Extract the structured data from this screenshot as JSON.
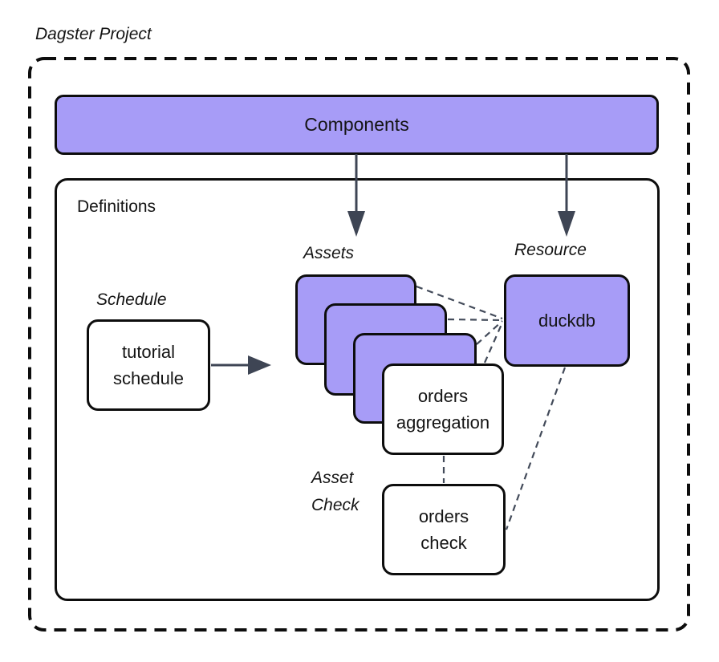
{
  "title": "Dagster Project",
  "components": {
    "label": "Components"
  },
  "definitions": {
    "label": "Definitions",
    "schedule": {
      "group_label": "Schedule",
      "node_label": "tutorial schedule"
    },
    "assets": {
      "group_label": "Assets",
      "stack_count": 3,
      "front_node_label": "orders aggregation"
    },
    "resource": {
      "group_label": "Resource",
      "node_label": "duckdb"
    },
    "asset_check": {
      "group_label": "Asset Check",
      "node_label": "orders check"
    }
  },
  "colors": {
    "node_fill_purple": "#a79cf7",
    "node_border": "#0d0d0d",
    "connector": "#434b5a",
    "background": "#ffffff"
  }
}
